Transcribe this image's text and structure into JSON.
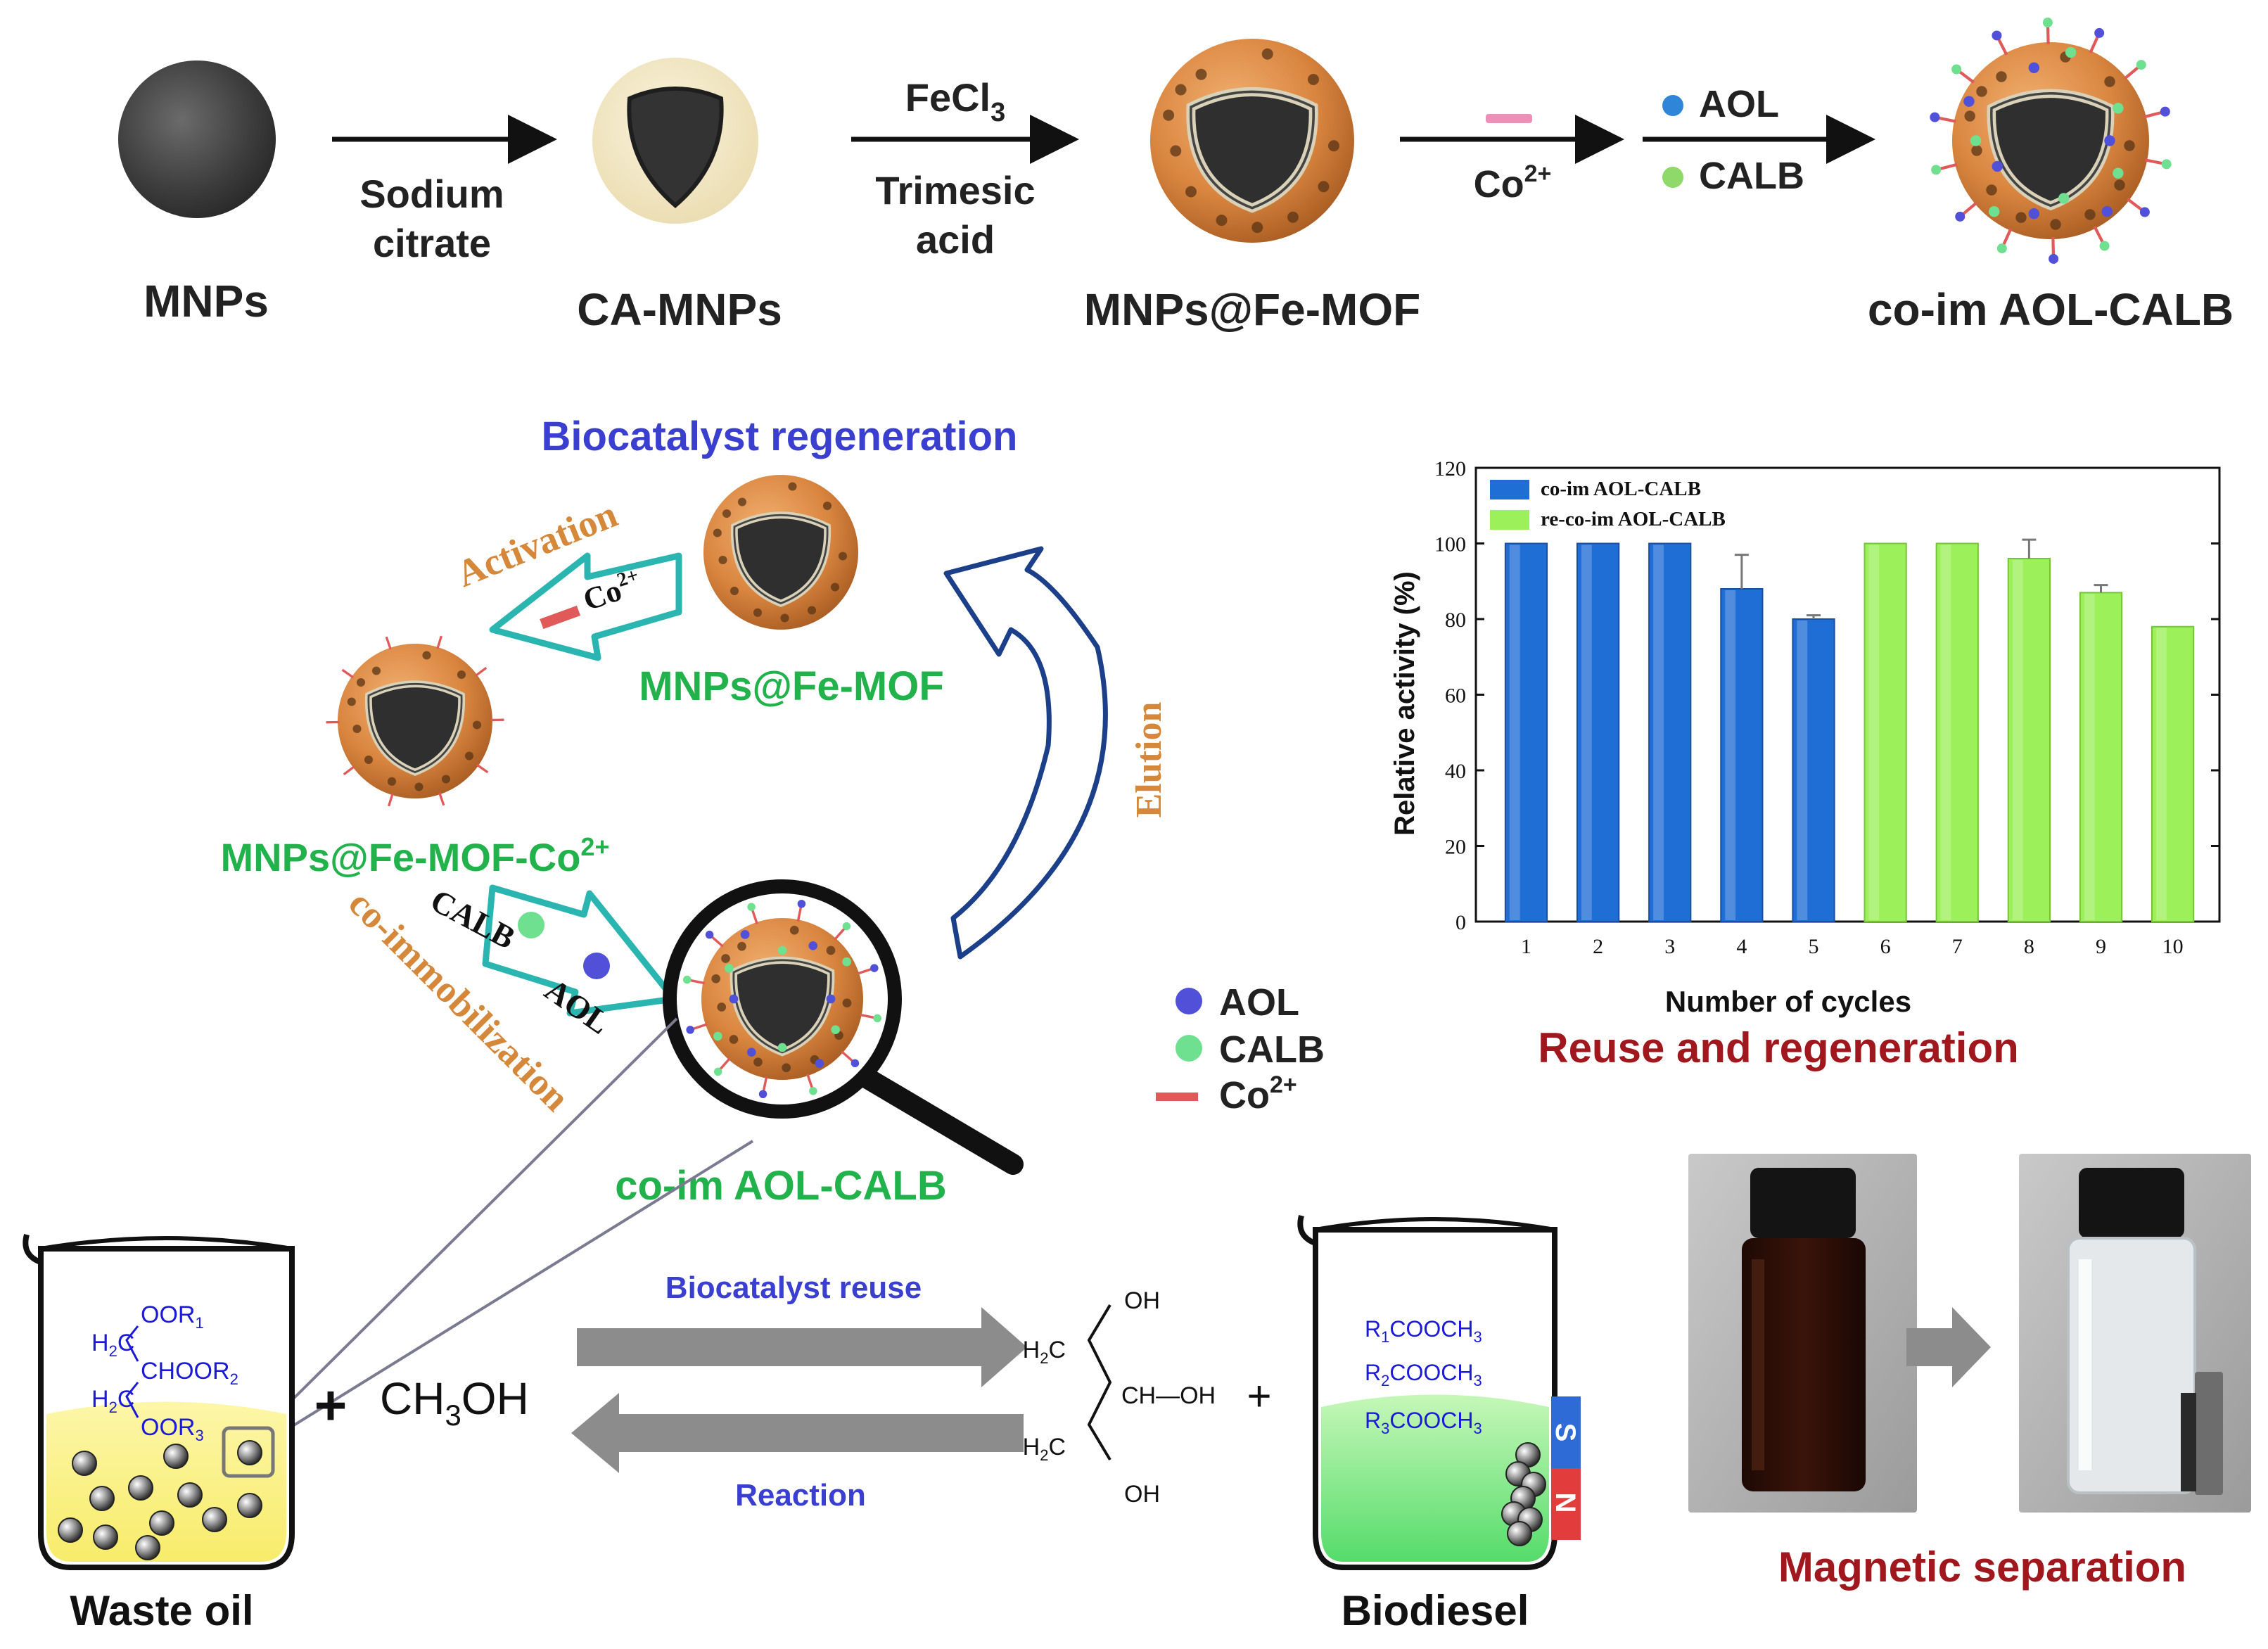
{
  "colors": {
    "green_text": "#22b24c",
    "blue_text": "#3b3fd0",
    "orange_text": "#d6883a",
    "dark_red_text": "#a1171e",
    "mof_orange": "#d9853f",
    "bar_blue": "#1f6ed6",
    "bar_green": "#9cf05a",
    "arrow_grey": "#8c8c8c",
    "co_red": "#e05a5a",
    "aol_blue": "#5050d8",
    "calb_green": "#6fe08f"
  },
  "synthesis": {
    "mnps_label": "MNPs",
    "step1_top": "Sodium",
    "step1_bottom": "citrate",
    "ca_mnps_label": "CA-MNPs",
    "step2_top": "FeCl",
    "step2_top_sub": "3",
    "step2_bottom1": "Trimesic",
    "step2_bottom2": "acid",
    "mof_label": "MNPs@Fe-MOF",
    "step3_bottom": "Co",
    "step3_bottom_sup": "2+",
    "step4_aol": "AOL",
    "step4_calb": "CALB",
    "final_label": "co-im AOL-CALB"
  },
  "cycle": {
    "regen_title": "Biocatalyst regeneration",
    "mof_label": "MNPs@Fe-MOF",
    "activation": "Activation",
    "activation_co": "Co",
    "activation_co_sup": "2+",
    "mof_co_label": "MNPs@Fe-MOF-Co",
    "mof_co_sup": "2+",
    "co_immobilization": "co-immobilization",
    "calb_word": "CALB",
    "aol_word": "AOL",
    "elution": "Elution",
    "final_label": "co-im AOL-CALB"
  },
  "legend": {
    "aol": "AOL",
    "calb": "CALB",
    "co": "Co",
    "co_sup": "2+"
  },
  "chart_data": {
    "type": "bar",
    "categories": [
      "1",
      "2",
      "3",
      "4",
      "5",
      "6",
      "7",
      "8",
      "9",
      "10"
    ],
    "series": [
      {
        "name": "co-im AOL-CALB",
        "values": [
          100,
          100,
          100,
          88,
          80,
          null,
          null,
          null,
          null,
          null
        ],
        "errors": [
          0,
          0,
          0,
          9,
          1,
          0,
          0,
          0,
          0,
          0
        ]
      },
      {
        "name": "re-co-im AOL-CALB",
        "values": [
          null,
          null,
          null,
          null,
          null,
          100,
          100,
          96,
          87,
          78
        ],
        "errors": [
          0,
          0,
          0,
          0,
          0,
          0,
          0,
          5,
          2,
          0
        ]
      }
    ],
    "xlabel": "Number of cycles",
    "ylabel": "Relative activity (%)",
    "ylim": [
      0,
      120
    ],
    "yticks": [
      "0",
      "20",
      "40",
      "60",
      "80",
      "100",
      "120"
    ],
    "legend_position": "top-left",
    "caption": "Reuse and regeneration"
  },
  "reaction": {
    "waste_oil_label": "Waste oil",
    "oor1": "OOR",
    "oor1_sub": "1",
    "h2c_a": "H",
    "choor2": "CHOOR",
    "choor2_sub": "2",
    "oor3": "OOR",
    "oor3_sub": "3",
    "plus": "+",
    "methanol": "CH",
    "methanol_sub": "3",
    "methanol_end": "OH",
    "reuse_label": "Biocatalyst reuse",
    "reaction_label": "Reaction",
    "glycerol_oh_top": "OH",
    "glycerol_ch_oh": "CH—OH",
    "glycerol_oh_bottom": "OH",
    "h2c": "H",
    "glycerol_plus": "+",
    "r1": "R",
    "r1_sub": "1",
    "r2": "R",
    "r2_sub": "2",
    "r3": "R",
    "r3_sub": "3",
    "cooch": "COOCH",
    "cooch_sub": "3",
    "magnet_s": "S",
    "magnet_n": "N",
    "biodiesel_label": "Biodiesel",
    "magnetic_separation": "Magnetic separation"
  }
}
